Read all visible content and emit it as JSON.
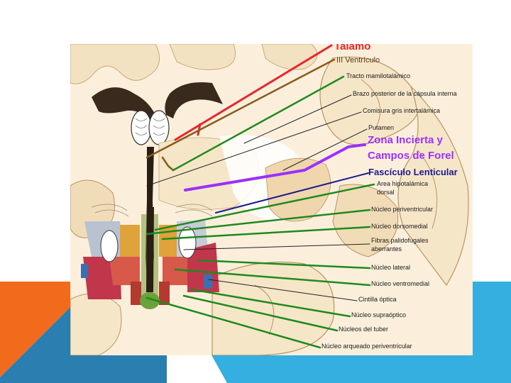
{
  "colors": {
    "background": "#ffffff",
    "orange_accent": "#f26a1b",
    "blue_accent": "#35aee0",
    "dark_blue_accent": "#2a7fb0",
    "talamo_red": "#e8262a",
    "ventriculo_brown": "#8a5a1b",
    "green_line": "#1e8a1e",
    "zona_purple": "#9b30ff",
    "fasciculo_navy": "#1a1a8c",
    "black_line": "#222222"
  },
  "labels": {
    "talamo": "Talamo",
    "iii_ventriculo": "III Ventrículo",
    "tracto_mamilotalamico": "Tracto mamilotalámico",
    "brazo_posterior": "Brazo posterior de la cápsula interna",
    "comisura_gris": "Comisura gris intertalámica",
    "putamen": "Putamen",
    "zona_incierta_line1": "Zona Incierta y",
    "zona_incierta_line2": "Campos de Forel",
    "fasciculo_lenticular": "Fascículo Lenticular",
    "area_hipotalamica_line1": "Area hipotalámica",
    "area_hipotalamica_line2": "dorsal",
    "nucleo_periventricular": "Núcleo periventricular",
    "nucleo_dorsomedial": "Núcleo dorsomedial",
    "fibras_line1": "Fibras palidofugales",
    "fibras_line2": "aberrantes",
    "nucleo_lateral": "Núcleo lateral",
    "nucleo_ventromedial": "Núcleo ventromedial",
    "cintilla_optica": "Cintilla óptica",
    "nucleo_supraoptico": "Núcleo supraóptico",
    "nucleos_tuber": "Núcleos del tuber",
    "nucleo_arqueado": "Núcleo arqueado periventricular"
  }
}
